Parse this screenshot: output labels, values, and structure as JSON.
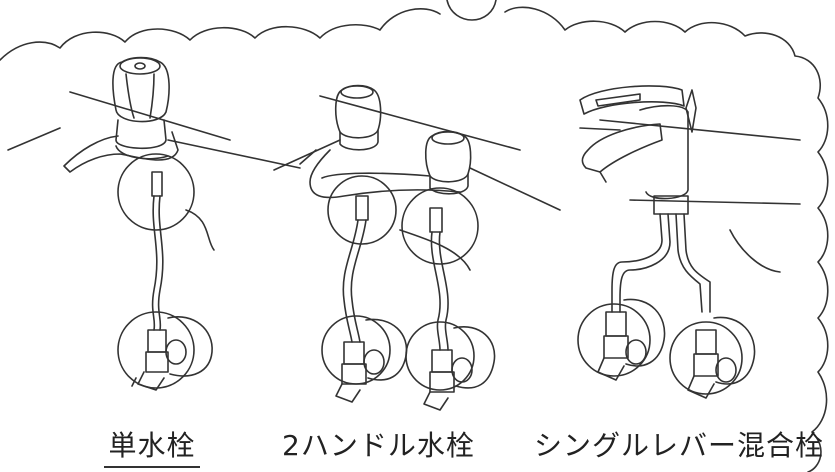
{
  "captions": {
    "single": "単水栓",
    "two_handle": "2ハンドル水栓",
    "single_lever": "シングルレバー混合栓"
  },
  "colors": {
    "line": "#333333",
    "background": "#ffffff"
  }
}
